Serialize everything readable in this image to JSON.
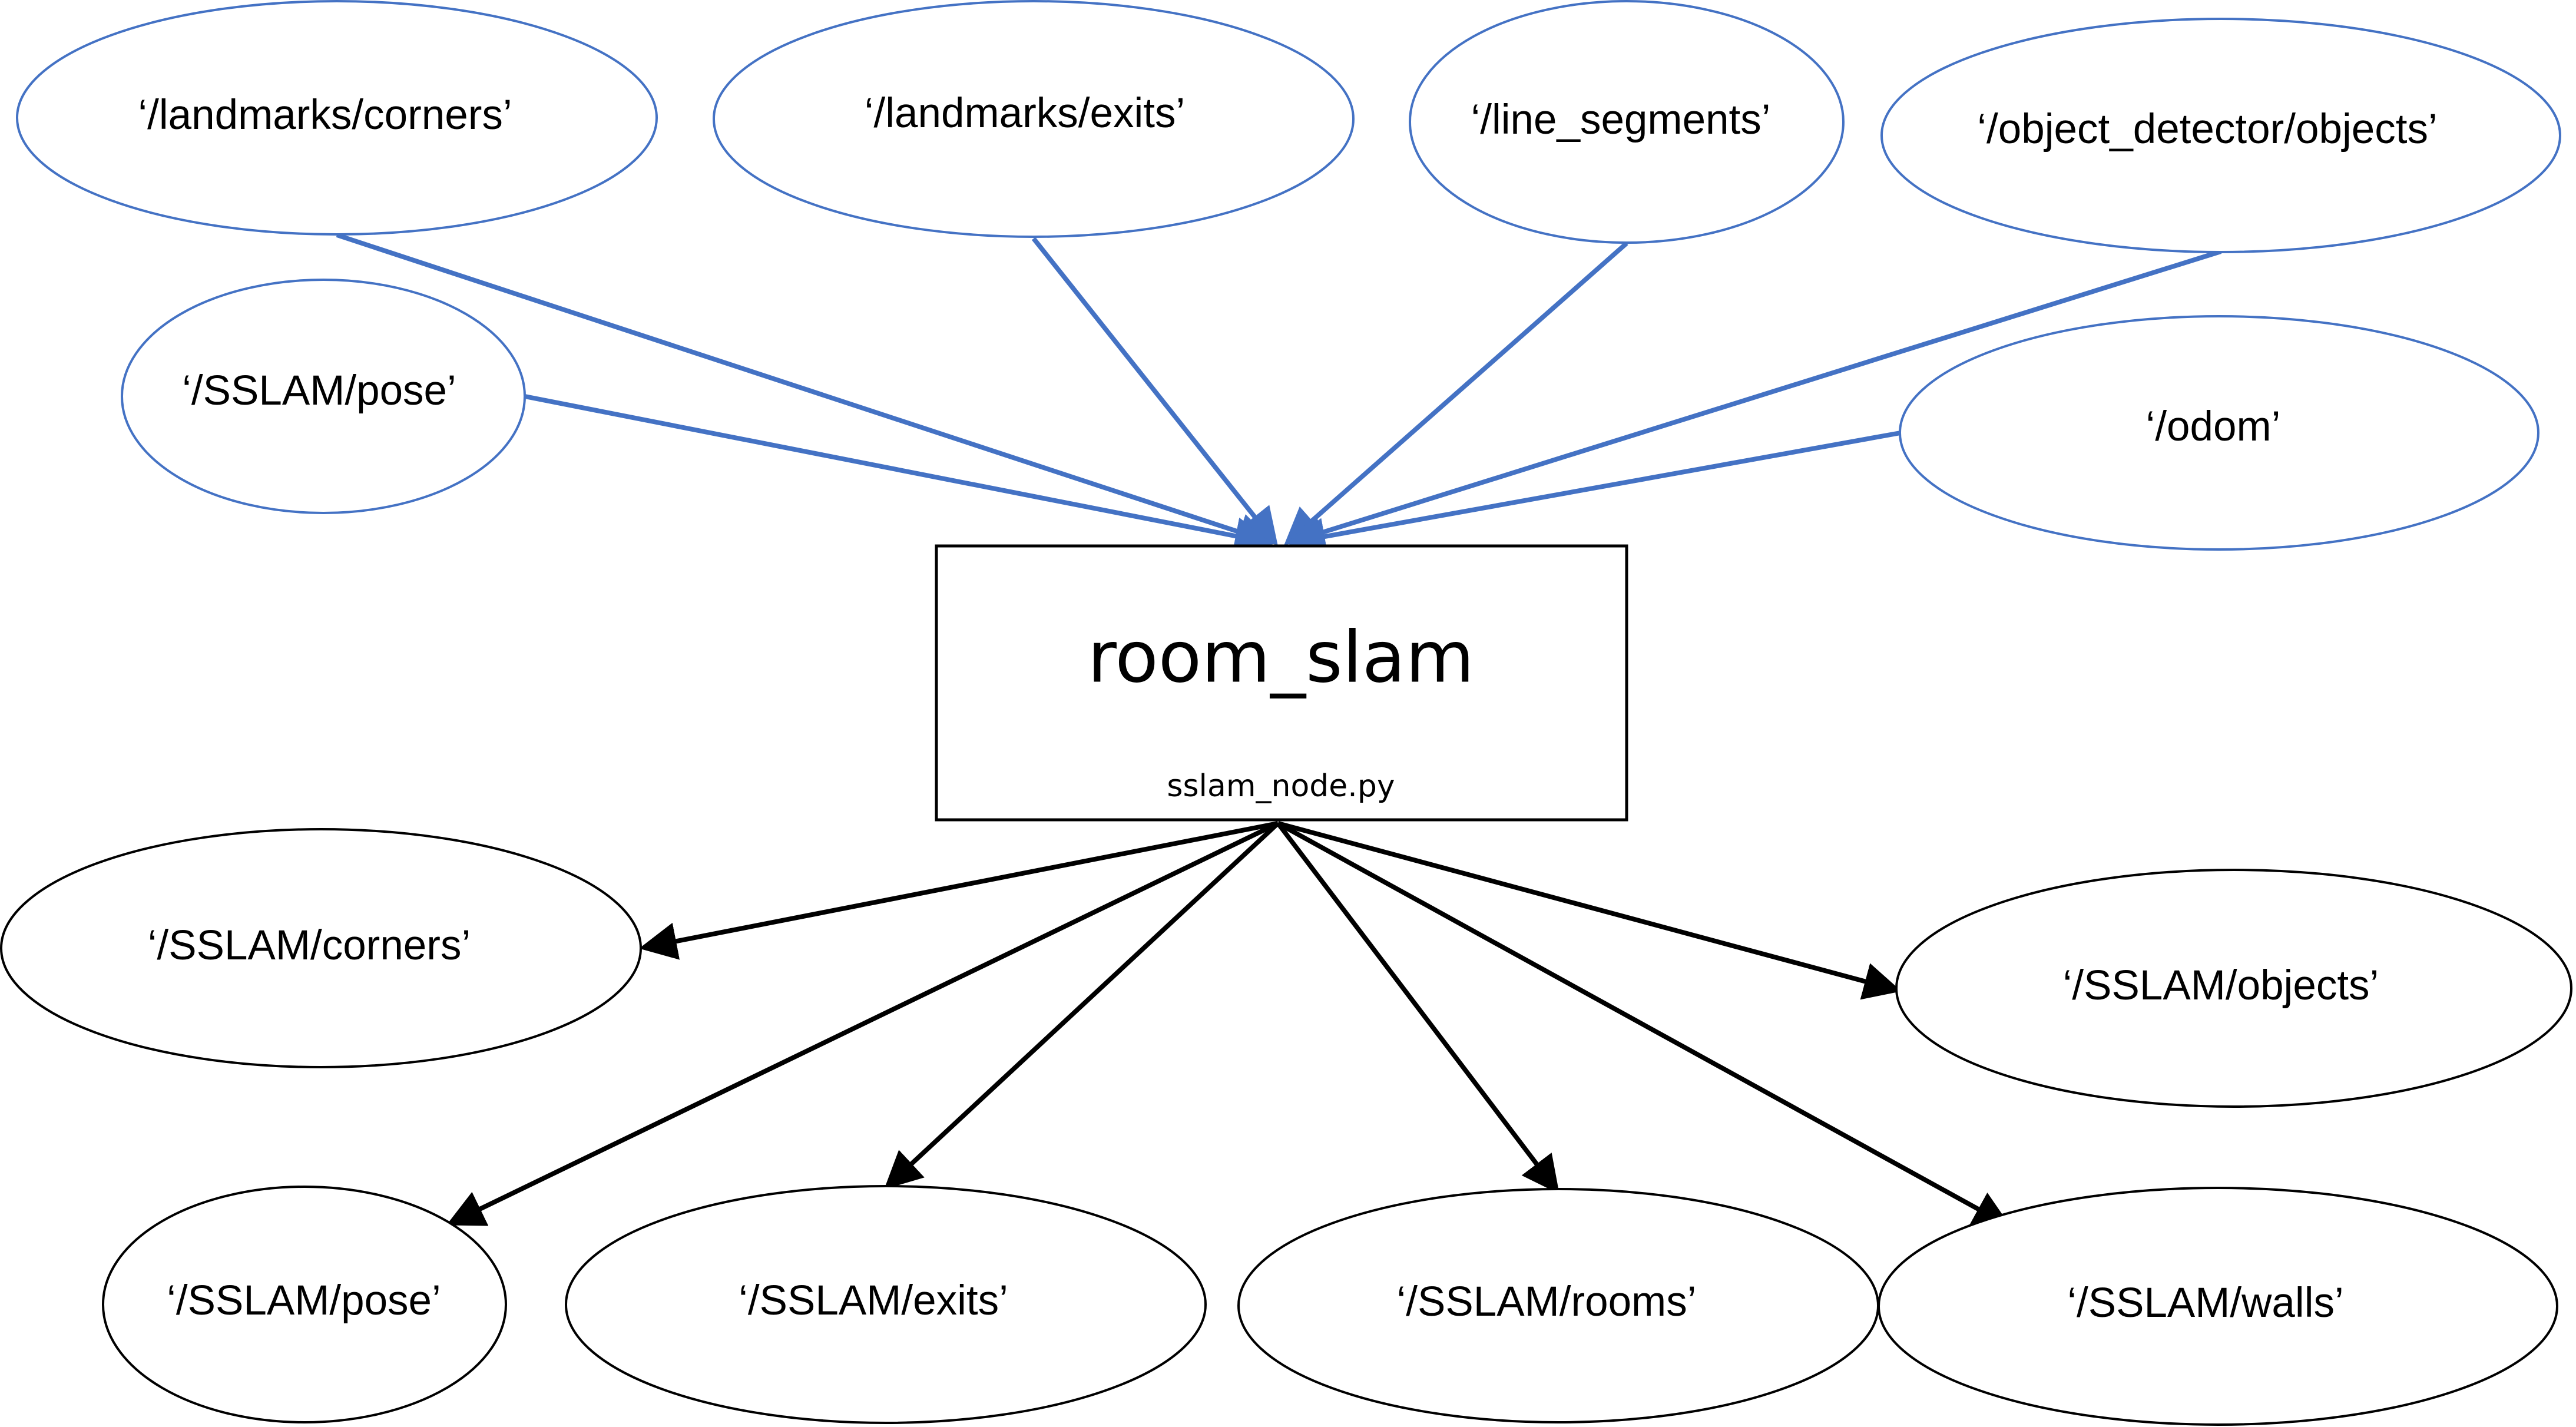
{
  "node": {
    "title": "room_slam",
    "file": "sslam_node.py"
  },
  "inputs": [
    {
      "label": "‘/landmarks/corners’"
    },
    {
      "label": "‘/landmarks/exits’"
    },
    {
      "label": "‘/line_segments’"
    },
    {
      "label": "‘/object_detector/objects’"
    },
    {
      "label": "‘/SSLAM/pose’"
    },
    {
      "label": "‘/odom’"
    }
  ],
  "outputs": [
    {
      "label": "‘/SSLAM/corners’"
    },
    {
      "label": "‘/SSLAM/objects’"
    },
    {
      "label": "‘/SSLAM/pose’"
    },
    {
      "label": "‘/SSLAM/exits’"
    },
    {
      "label": "‘/SSLAM/rooms’"
    },
    {
      "label": "‘/SSLAM/walls’"
    }
  ],
  "colors": {
    "input_stroke": "#4472c4",
    "output_stroke": "#000000"
  }
}
